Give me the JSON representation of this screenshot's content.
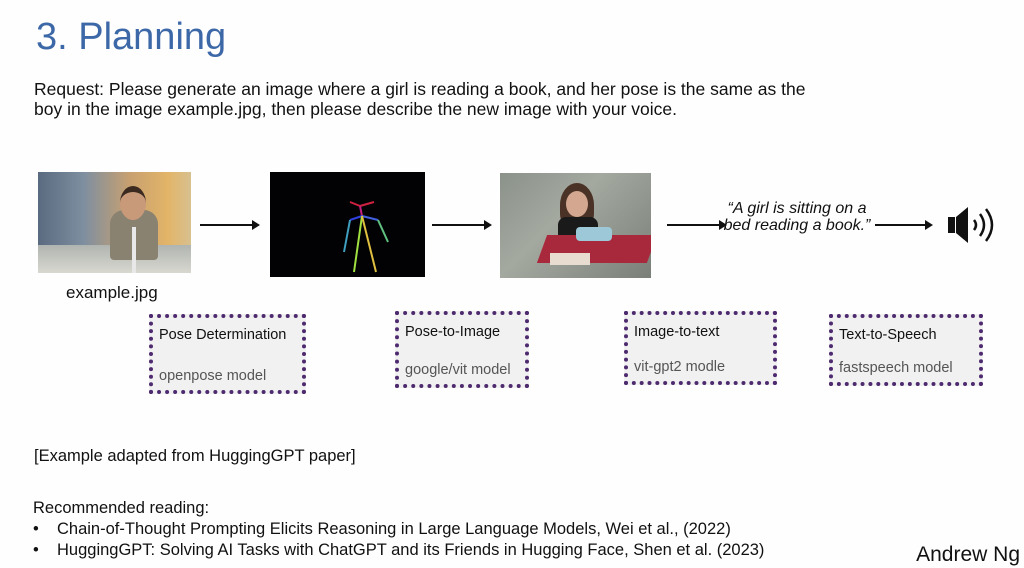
{
  "slide": {
    "title": "3. Planning",
    "request": "Request: Please generate an image where a girl is reading a book, and her pose is the same as the boy in the image example.jpg, then please describe the new image with your voice.",
    "pipeline": {
      "input_image_caption": "example.jpg",
      "images": [
        {
          "name": "boy-on-scooter-photo"
        },
        {
          "name": "pose-skeleton-image"
        },
        {
          "name": "girl-reading-book-photo"
        }
      ],
      "generated_text": "“A girl is sitting on a bed reading a book.”",
      "output_icon": "speaker-icon"
    },
    "steps": [
      {
        "task": "Pose Determination",
        "model": "openpose model"
      },
      {
        "task": "Pose-to-Image",
        "model": "google/vit model"
      },
      {
        "task": "Image-to-text",
        "model": "vit-gpt2 modle"
      },
      {
        "task": "Text-to-Speech",
        "model": "fastspeech model"
      }
    ],
    "source_note": "[Example adapted from HuggingGPT paper]",
    "reading": {
      "heading": "Recommended reading:",
      "items": [
        "Chain-of-Thought Prompting Elicits Reasoning in Large Language Models, Wei et al., (2022)",
        "HuggingGPT: Solving AI Tasks with ChatGPT and its Friends in Hugging Face, Shen et al. (2023)"
      ]
    },
    "author": "Andrew Ng",
    "colors": {
      "title": "#3d68a8",
      "box_border": "#4e2a6e",
      "box_fill": "#f1f1f1"
    }
  }
}
